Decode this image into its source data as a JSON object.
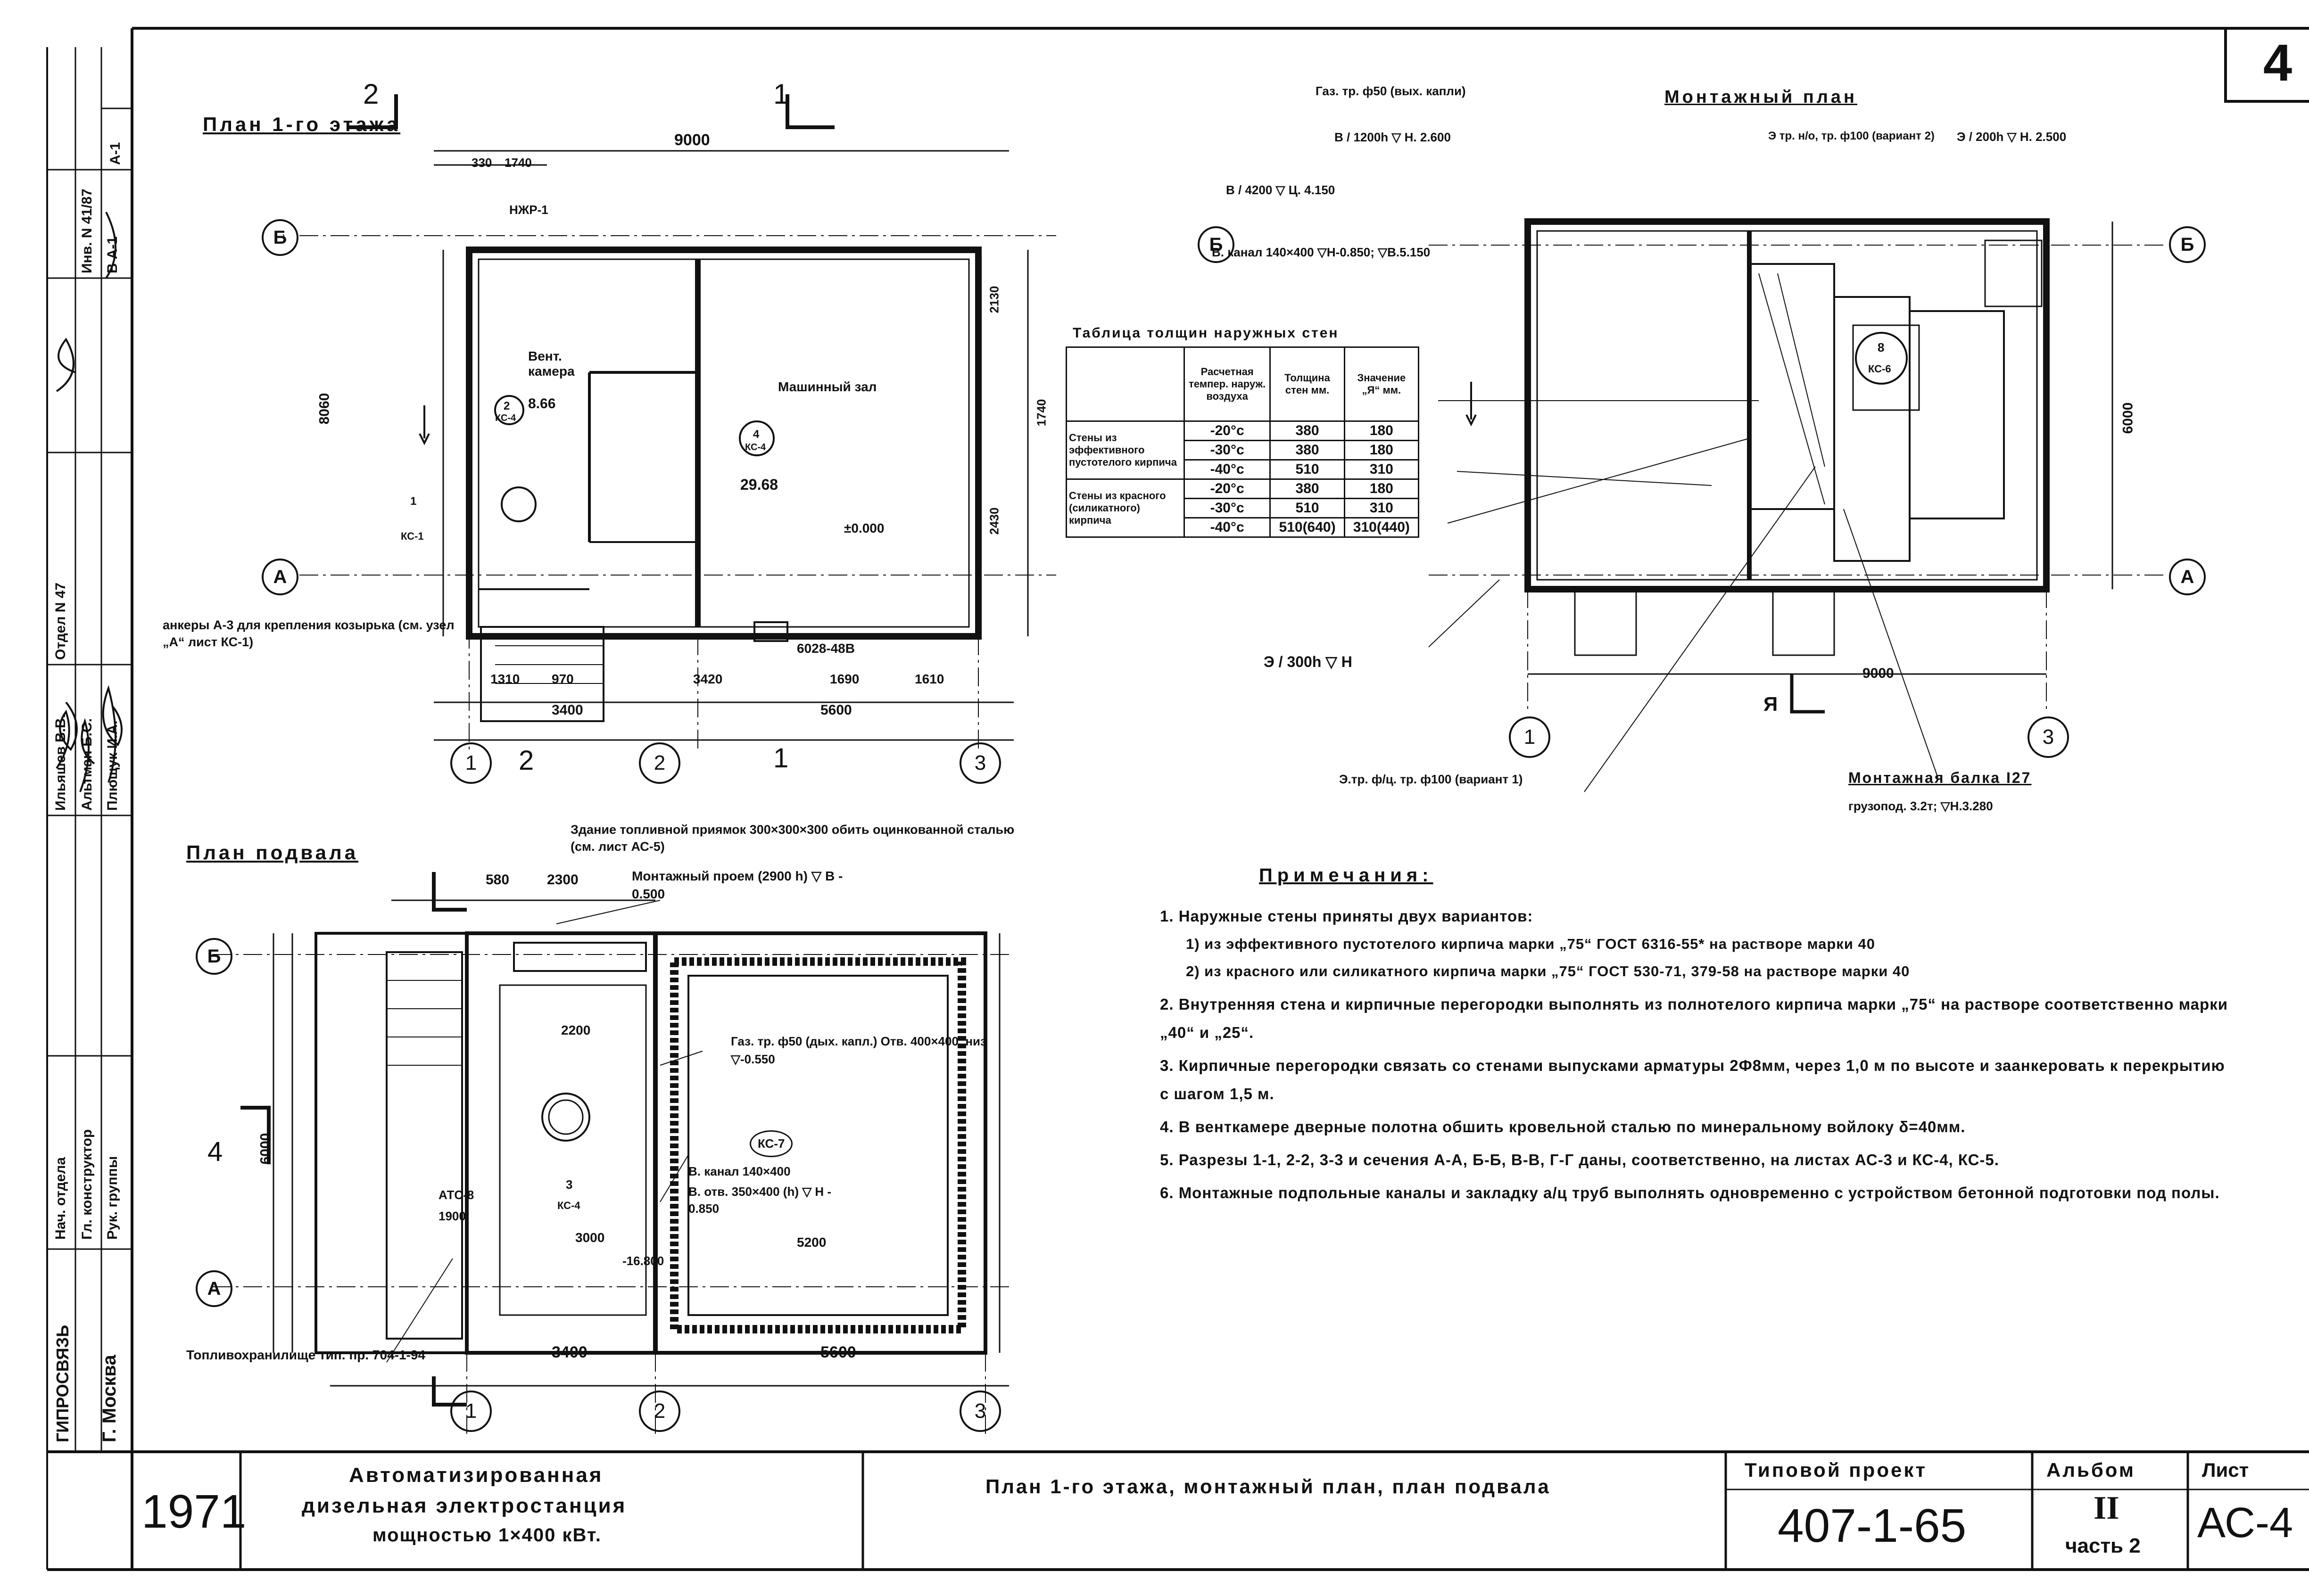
{
  "sheet_corner": "4",
  "plan_ground": {
    "title": "План 1-го этажа",
    "total_width": "9000",
    "top_dims": [
      "330",
      "1740"
    ],
    "rooms": [
      {
        "name": "Вент. камера",
        "area": "8.66",
        "ref": "2",
        "sheet": "КС-4"
      },
      {
        "name": "Машинный зал",
        "area": "29.68",
        "ref": "4",
        "sheet": "КС-4"
      }
    ],
    "door_ref": {
      "num": "1",
      "sheet": "КС-1"
    },
    "level_label": "±0.000",
    "left_height": "8060",
    "right_dims": [
      "2130",
      "1740",
      "2430"
    ],
    "bottom_dims": [
      "1310",
      "970",
      "3420",
      "1690",
      "1610"
    ],
    "bottom_spans": [
      "3400",
      "5600"
    ],
    "beam_label": "НЖР-1",
    "window_label": "6028-48В",
    "axes_h": [
      "Б",
      "А"
    ],
    "axes_v": [
      "1",
      "2",
      "3"
    ],
    "section_marks": [
      "2",
      "1"
    ],
    "anchor_note": "анкеры А-3 для крепления козырька (см. узел „А“ лист КС-1)",
    "pit_note": "Здание топливной приямок 300×300×300 обить оцинкованной сталью (см. лист АС-5)"
  },
  "wall_table": {
    "title": "Таблица толщин наружных стен",
    "headers": [
      "Расчетная темпер. наруж. воздуха",
      "Толщина стен мм.",
      "Значение „Я“ мм."
    ],
    "groups": [
      {
        "label": "Стены из эффективного пустотелого кирпича",
        "rows": [
          [
            "-20°с",
            "380",
            "180"
          ],
          [
            "-30°с",
            "380",
            "180"
          ],
          [
            "-40°с",
            "510",
            "310"
          ]
        ]
      },
      {
        "label": "Стены из красного (силикатного) кирпича",
        "rows": [
          [
            "-20°с",
            "380",
            "180"
          ],
          [
            "-30°с",
            "510",
            "310"
          ],
          [
            "-40°с",
            "510(640)",
            "310(440)"
          ]
        ]
      }
    ]
  },
  "plan_install": {
    "title": "Монтажный план",
    "callouts": [
      "Газ. тр. ф50 (вых. капли)",
      "В / 1200h ▽ Н. 2.600",
      "В / 4200 ▽ Ц. 4.150",
      "В. канал 140×400 ▽Н-0.850; ▽В.5.150",
      "Э / 300h ▽ Н",
      "Э.тр. ф/ц. тр. ф100 (вариант 1)",
      "Э тр. н/о, тр. ф100 (вариант 2)",
      "Э / 200h ▽ Н. 2.500"
    ],
    "beam_note": "Монтажная балка I27",
    "beam_spec": "грузопод. 3.2т; ▽Н.3.280",
    "width": "9000",
    "height": "6000",
    "axes_h": [
      "Б",
      "А"
    ],
    "axes_v": [
      "1",
      "3"
    ],
    "section_mark": "Я",
    "equipment_ref": {
      "num": "8",
      "sheet": "КС-6"
    }
  },
  "plan_basement": {
    "title": "План подвала",
    "opening": "Монтажный проем (2900 h) ▽ В - 0.500",
    "gas_note": "Газ. тр. ф50 (дых. капл.) Отв. 400×400, низ ▽-0.550",
    "channel_note": "В. канал 140×400",
    "hole_note": "В. отв. 350×400 (h) ▽ Н - 0.850",
    "fuel_store": "Топливохранилище тип. пр. 704-1-94",
    "atc_label": "АТС-8",
    "level": "-16.800",
    "kc7": "КС-7",
    "ref3": {
      "num": "3",
      "sheet": "КС-4"
    },
    "dims_top": [
      "580",
      "2300"
    ],
    "dims_bottom": [
      "3400",
      "5600"
    ],
    "dims_inner": [
      "2200",
      "3000",
      "5200",
      "1900"
    ],
    "height": "6000",
    "axes_h": [
      "Б",
      "А"
    ],
    "axes_v": [
      "1",
      "2",
      "3"
    ],
    "section_mark": "4"
  },
  "notes": {
    "title": "Примечания:",
    "items": [
      "1. Наружные стены приняты двух вариантов:",
      "1) из эффективного пустотелого кирпича марки „75“ ГОСТ 6316-55* на растворе марки 40",
      "2) из красного или силикатного кирпича марки „75“ ГОСТ 530-71, 379-58 на растворе марки 40",
      "2. Внутренняя стена и кирпичные перегородки выполнять из полнотелого кирпича марки „75“ на растворе соответственно марки „40“ и „25“.",
      "3. Кирпичные перегородки связать со стенами выпусками арматуры 2Ф8мм, через 1,0 м по высоте и заанкеровать к перекрытию с шагом 1,5 м.",
      "4. В венткамере дверные полотна обшить кровельной сталью по минеральному войлоку δ=40мм.",
      "5. Разрезы 1-1, 2-2, 3-3 и сечения А-А, Б-Б, В-В, Г-Г даны, соответственно, на листах АС-3 и КС-4, КС-5.",
      "6. Монтажные подпольные каналы и закладку а/ц труб выполнять одновременно с устройством бетонной подготовки под полы."
    ]
  },
  "side_stamp": {
    "rows": [
      {
        "role": "Нач. отдела",
        "name": "Ильяшев В.В."
      },
      {
        "role": "Гл. конструктор",
        "name": "Альтман Б.С."
      },
      {
        "role": "Рук. группы",
        "name": "Плющук И.А."
      }
    ],
    "inv": "Инв. N 41/87",
    "dept": "Отдел N 47",
    "ak": "А-1",
    "vak": "В А-1",
    "org": "Г. Москва",
    "org2": "ГИПРОСВЯЗЬ"
  },
  "title_block": {
    "year": "1971",
    "object": [
      "Автоматизированная",
      "дизельная электростанция",
      "мощностью 1×400 кВт."
    ],
    "sheet_title": "План 1-го этажа, монтажный план, план подвала",
    "project_label": "Типовой проект",
    "project_no": "407-1-65",
    "album_label": "Альбом",
    "album_no": "II",
    "part": "часть 2",
    "sheet_label": "Лист",
    "sheet_no": "АС-4"
  }
}
